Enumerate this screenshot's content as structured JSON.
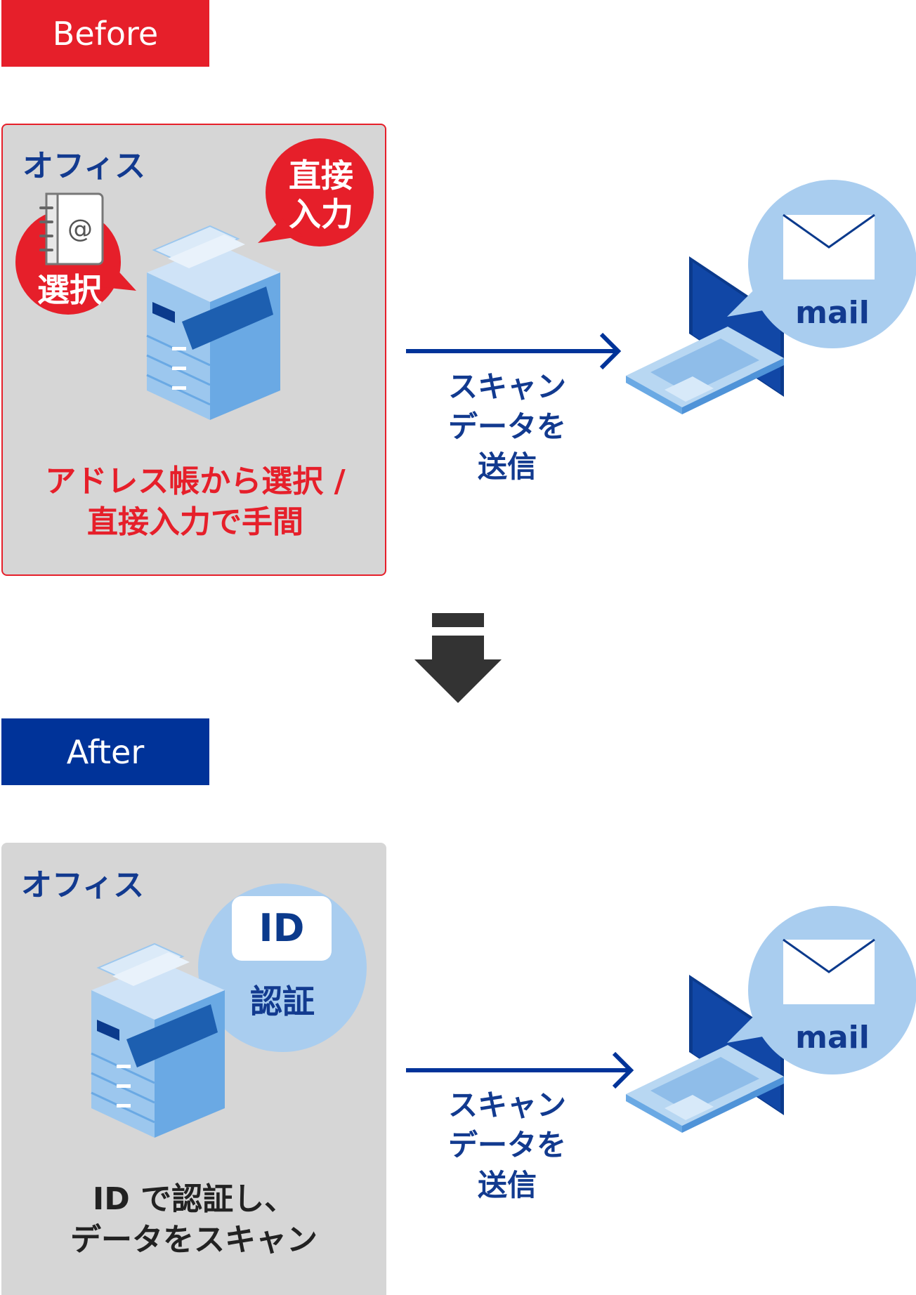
{
  "before": {
    "tag": "Before",
    "office": "オフィス",
    "bubble_direct": [
      "直接",
      "入力"
    ],
    "bubble_select": "選択",
    "caption_lines": [
      "アドレス帳から選択 /",
      "直接入力で手間"
    ],
    "send_lines": [
      "スキャン",
      "データを",
      "送信"
    ],
    "mail": "mail"
  },
  "after": {
    "tag": "After",
    "office": "オフィス",
    "id_label": "ID",
    "auth_label": "認証",
    "caption_lines": [
      "ID で認証し、",
      "データをスキャン"
    ],
    "send_lines": [
      "スキャン",
      "データを",
      "送信"
    ],
    "mail": "mail"
  },
  "colors": {
    "red": "#e61f2a",
    "navy": "#003399",
    "text_navy": "#123a8f",
    "panel_gray": "#d6d6d6",
    "light_blue": "#a9cdef",
    "dark_arrow": "#333333"
  }
}
